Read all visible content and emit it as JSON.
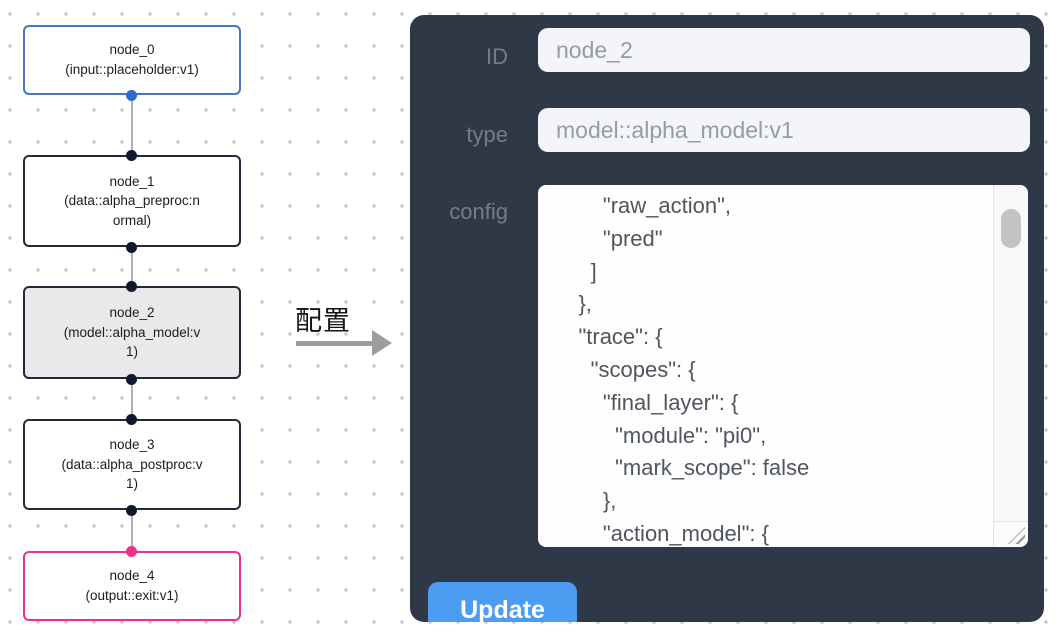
{
  "canvas": {
    "nodes": [
      {
        "label": "node_0",
        "subtitle": "(input::placeholder:v1)"
      },
      {
        "label": "node_1",
        "subtitle": "(data::alpha_preproc:normal)"
      },
      {
        "label": "node_2",
        "subtitle": "(model::alpha_model:v1)",
        "selected": true
      },
      {
        "label": "node_3",
        "subtitle": "(data::alpha_postproc:v1)"
      },
      {
        "label": "node_4",
        "subtitle": "(output::exit:v1)"
      }
    ]
  },
  "transfer": {
    "label": "配置"
  },
  "panel": {
    "id_label": "ID",
    "id_value": "node_2",
    "type_label": "type",
    "type_value": "model::alpha_model:v1",
    "config_label": "config",
    "config_text": "        \"raw_action\",\n        \"pred\"\n      ]\n    },\n    \"trace\": {\n      \"scopes\": {\n        \"final_layer\": {\n          \"module\": \"pi0\",\n          \"mark_scope\": false\n        },\n        \"action_model\": {",
    "update_label": "Update"
  },
  "colors": {
    "panel_bg": "#2f3847",
    "node_default_border": "#212939",
    "node_input_border": "#4677c4",
    "node_output_border": "#ec2f8a",
    "selected_node_bg": "#e9e9ec",
    "input_port_dot": "#2e6bcd",
    "output_port_dot": "#ef2d8c",
    "update_button_bg": "#4c9cf2"
  }
}
